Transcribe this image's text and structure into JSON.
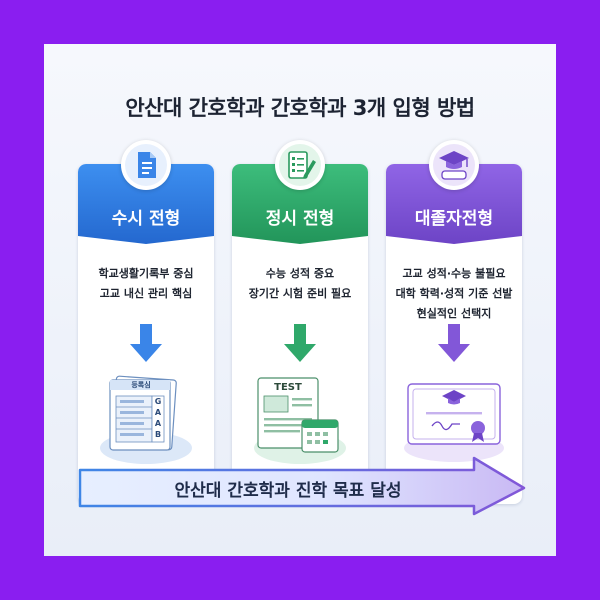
{
  "title": "안산대 간호학과 간호학과 3개 입형 방법",
  "colors": {
    "background": "#8a1ef0",
    "blue": "#2f7de0",
    "green": "#2fa86a",
    "purple": "#8257d8"
  },
  "columns": [
    {
      "id": "susi",
      "label": "수시 전형",
      "icon": "document-icon",
      "lines": [
        "학교생활기록부 중심",
        "고교 내신 관리 핵심"
      ],
      "illustration": {
        "icon": "record-sheets-icon",
        "header": "등록심",
        "cells": [
          "G",
          "A",
          "A",
          "B"
        ]
      }
    },
    {
      "id": "jeongsi",
      "label": "정시 전형",
      "icon": "checklist-pencil-icon",
      "lines": [
        "수능 성적 중요",
        "장기간 시험 준비 필요"
      ],
      "illustration": {
        "icon": "test-paper-calendar-icon",
        "header": "TEST"
      }
    },
    {
      "id": "graduate",
      "label": "대졸자전형",
      "icon": "graduation-cap-diploma-icon",
      "lines": [
        "고교 성적·수능 불필요",
        "대학 학력·성적 기준 선발",
        "현실적인 선택지"
      ],
      "illustration": {
        "icon": "certificate-icon"
      }
    }
  ],
  "banner": {
    "label": "안산대 간호학과 진학 목표 달성",
    "icon": "right-arrow-banner"
  }
}
